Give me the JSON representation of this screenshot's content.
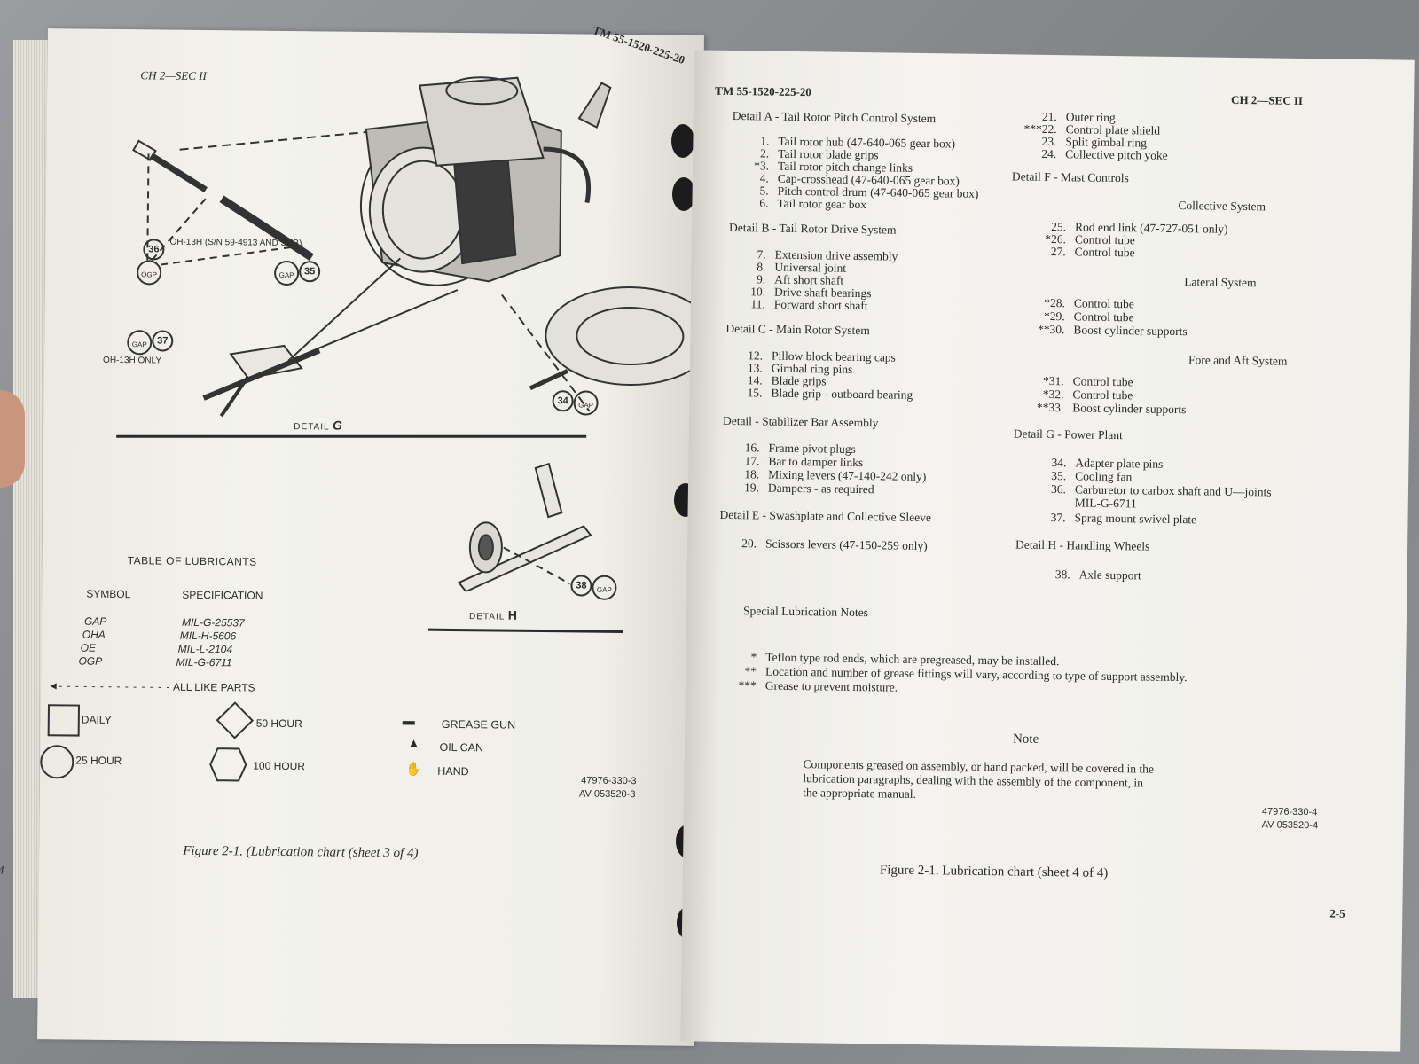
{
  "left_page": {
    "header_section": "CH 2—SEC II",
    "header_tm": "TM 55-1520-225-20",
    "callouts": {
      "c36": "36",
      "c35": "35",
      "c37": "37",
      "c34": "34",
      "c38": "38",
      "ogp": "OGP",
      "gap": "GAP"
    },
    "model_label_sub": "OH-13H (S/N 59-4913 AND SUB)",
    "model_label_only": "OH-13H ONLY",
    "detail_g": "DETAIL",
    "detail_g_letter": "G",
    "detail_h": "DETAIL",
    "detail_h_letter": "H",
    "lubricants_title": "TABLE OF LUBRICANTS",
    "lubricants_headers": {
      "symbol": "SYMBOL",
      "spec": "SPECIFICATION"
    },
    "lubricants": [
      {
        "symbol": "GAP",
        "spec": "MIL-G-25537"
      },
      {
        "symbol": "OHA",
        "spec": "MIL-H-5606"
      },
      {
        "symbol": "OE",
        "spec": "MIL-L-2104"
      },
      {
        "symbol": "OGP",
        "spec": "MIL-G-6711"
      }
    ],
    "all_like_parts": "ALL LIKE PARTS",
    "intervals": {
      "daily": "DAILY",
      "h25": "25 HOUR",
      "h50": "50 HOUR",
      "h100": "100 HOUR"
    },
    "methods": {
      "grease_gun": "GREASE GUN",
      "oil_can": "OIL CAN",
      "hand": "HAND"
    },
    "ref_code_1": "47976-330-3",
    "ref_code_2": "AV 053520-3",
    "caption": "Figure 2-1.  (Lubrication chart (sheet 3 of 4)",
    "page_number": "4"
  },
  "right_page": {
    "header_tm": "TM 55-1520-225-20",
    "header_section": "CH 2—SEC II",
    "details_col1": [
      {
        "title": "Detail A - Tail Rotor Pitch Control System",
        "items": [
          {
            "num": "1.",
            "text": "Tail rotor hub (47-640-065 gear box)"
          },
          {
            "num": "2.",
            "text": "Tail rotor blade grips"
          },
          {
            "num": "*3.",
            "text": "Tail rotor pitch change links"
          },
          {
            "num": "4.",
            "text": "Cap-crosshead (47-640-065 gear box)"
          },
          {
            "num": "5.",
            "text": "Pitch control drum (47-640-065 gear box)"
          },
          {
            "num": "6.",
            "text": "Tail rotor gear box"
          }
        ]
      },
      {
        "title": "Detail B - Tail Rotor Drive System",
        "items": [
          {
            "num": "7.",
            "text": "Extension drive assembly"
          },
          {
            "num": "8.",
            "text": "Universal joint"
          },
          {
            "num": "9.",
            "text": "Aft short shaft"
          },
          {
            "num": "10.",
            "text": "Drive shaft bearings"
          },
          {
            "num": "11.",
            "text": "Forward short shaft"
          }
        ]
      },
      {
        "title": "Detail C - Main Rotor System",
        "items": [
          {
            "num": "12.",
            "text": "Pillow block bearing caps"
          },
          {
            "num": "13.",
            "text": "Gimbal ring pins"
          },
          {
            "num": "14.",
            "text": "Blade grips"
          },
          {
            "num": "15.",
            "text": "Blade grip - outboard bearing"
          }
        ]
      },
      {
        "title": "Detail - Stabilizer Bar Assembly",
        "items": [
          {
            "num": "16.",
            "text": "Frame pivot plugs"
          },
          {
            "num": "17.",
            "text": "Bar to damper links"
          },
          {
            "num": "18.",
            "text": "Mixing levers (47-140-242 only)"
          },
          {
            "num": "19.",
            "text": "Dampers - as required"
          }
        ]
      },
      {
        "title": "Detail E - Swashplate and Collective Sleeve",
        "items": [
          {
            "num": "20.",
            "text": "Scissors levers (47-150-259 only)"
          }
        ]
      }
    ],
    "col2_top_items": [
      {
        "num": "21.",
        "text": "Outer ring"
      },
      {
        "num": "***22.",
        "text": "Control plate shield"
      },
      {
        "num": "23.",
        "text": "Split gimbal ring"
      },
      {
        "num": "24.",
        "text": "Collective pitch yoke"
      }
    ],
    "detail_f_title": "Detail F - Mast Controls",
    "collective_title": "Collective System",
    "collective_items": [
      {
        "num": "25.",
        "text": "Rod end link (47-727-051 only)"
      },
      {
        "num": "*26.",
        "text": "Control tube"
      },
      {
        "num": "27.",
        "text": "Control tube"
      }
    ],
    "lateral_title": "Lateral System",
    "lateral_items": [
      {
        "num": "*28.",
        "text": "Control tube"
      },
      {
        "num": "*29.",
        "text": "Control tube"
      },
      {
        "num": "**30.",
        "text": "Boost cylinder supports"
      }
    ],
    "foreaft_title": "Fore and Aft System",
    "foreaft_items": [
      {
        "num": "*31.",
        "text": "Control tube"
      },
      {
        "num": "*32.",
        "text": "Control tube"
      },
      {
        "num": "**33.",
        "text": "Boost cylinder supports"
      }
    ],
    "detail_g_title": "Detail G - Power Plant",
    "detail_g_items": [
      {
        "num": "34.",
        "text": "Adapter plate pins"
      },
      {
        "num": "35.",
        "text": "Cooling fan"
      },
      {
        "num": "36.",
        "text": "Carburetor to carbox shaft and U—joints"
      },
      {
        "num": "",
        "text": "MIL-G-6711"
      },
      {
        "num": "37.",
        "text": "Sprag mount swivel plate"
      }
    ],
    "detail_h_title": "Detail H - Handling Wheels",
    "detail_h_items": [
      {
        "num": "38.",
        "text": "Axle support"
      }
    ],
    "special_notes_title": "Special Lubrication Notes",
    "notes": [
      {
        "mark": "*",
        "text": "Teflon type rod ends, which are pregreased, may be installed."
      },
      {
        "mark": "**",
        "text": "Location and number of grease fittings will vary, according to type of support assembly."
      },
      {
        "mark": "***",
        "text": "Grease to prevent moisture."
      }
    ],
    "note_heading": "Note",
    "note_lines": [
      "Components greased on assembly, or hand packed, will be covered in the",
      "lubrication paragraphs, dealing with the assembly of the component, in",
      "the appropriate manual."
    ],
    "ref_code_1": "47976-330-4",
    "ref_code_2": "AV 053520-4",
    "caption": "Figure 2-1.  Lubrication chart (sheet 4 of 4)",
    "page_number": "2-5"
  }
}
